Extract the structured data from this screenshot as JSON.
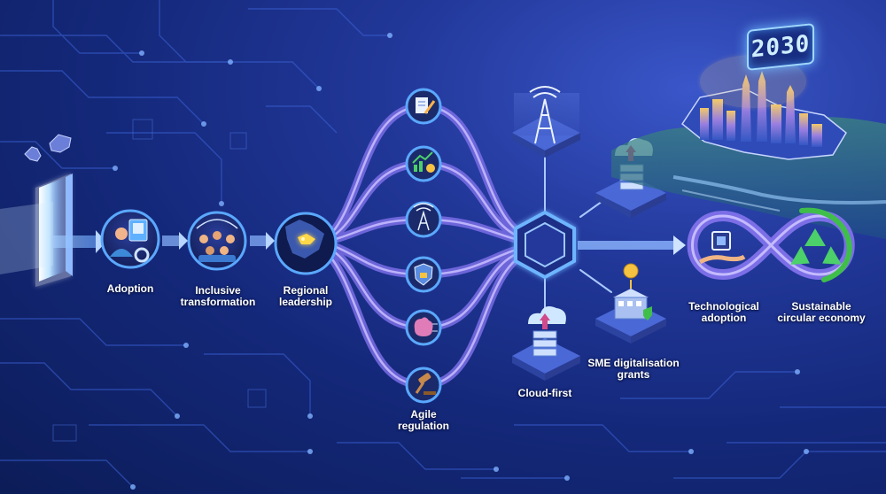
{
  "year_badge": "2030",
  "labels": {
    "adoption": "Adoption",
    "inclusive": [
      "Inclusive",
      "transformation"
    ],
    "regional": [
      "Regional",
      "leadership"
    ],
    "agile": [
      "Agile",
      "regulation"
    ],
    "cloud_first": "Cloud-first",
    "sme": [
      "SME digitalisation",
      "grants"
    ],
    "tech_adoption": [
      "Technological",
      "adoption"
    ],
    "circular": [
      "Sustainable",
      "circular economy"
    ]
  },
  "colors": {
    "background": "#14287a",
    "pipe": "#8b7cf0",
    "pipe_glow": "#b9b0ff",
    "node_ring": "#5aa8ff",
    "node_fill": "#1b2a6b",
    "glow": "#ffffff",
    "recycle": "#3fbf4a"
  },
  "icons": [
    "map-icon",
    "doorway-icon",
    "tablet-gear-icon",
    "people-network-icon",
    "asia-globe-icon",
    "document-pen-icon",
    "growth-chart-icon",
    "antenna-icon",
    "shield-lock-icon",
    "brain-circuit-icon",
    "gavel-icon",
    "cell-tower-icon",
    "cloud-upload-server-icon",
    "hexagon-hub-icon",
    "cloud-server-icon",
    "building-grant-icon",
    "chip-hand-icon",
    "recycle-icon",
    "city-skyline-icon"
  ]
}
